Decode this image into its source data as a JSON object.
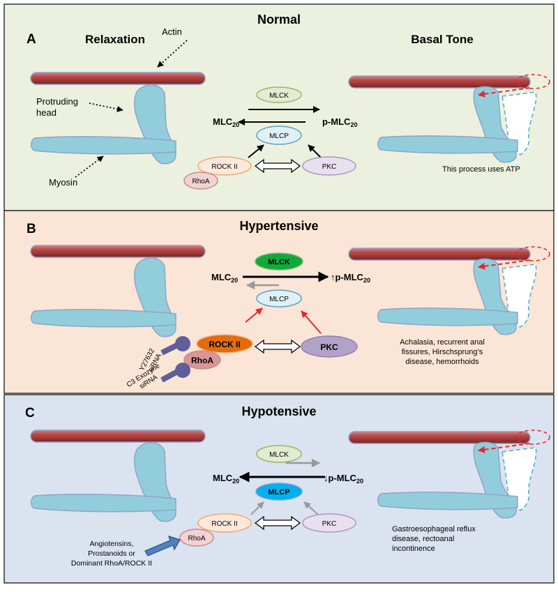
{
  "colors": {
    "normal_bg": "#ebf1de",
    "hypertensive_bg": "#fbe5d6",
    "hypotensive_bg": "#dae3ef",
    "actin": "#a63b3b",
    "myosin": "#92cddc",
    "red_arrow": "#e8262a",
    "inhibitor": "#5e5e9b",
    "blue_arrow": "#4f81bd"
  },
  "panels": [
    {
      "letter": "A",
      "title": "Normal",
      "left_label": "Relaxation",
      "right_label": "Basal Tone",
      "callouts": {
        "actin": "Actin",
        "head_line1": "Protruding",
        "head_line2": "head",
        "myosin": "Myosin"
      },
      "mlck": "MLCK",
      "mlcp": "MLCP",
      "rock": "ROCK II",
      "rhoa": "RhoA",
      "pkc": "PKC",
      "mlc_base": "MLC",
      "mlc_sub": "20",
      "pmlc_prefix": "",
      "pmlc_base": "p-MLC",
      "pmlc_sub": "20",
      "note_lines": [
        "This process uses ATP"
      ]
    },
    {
      "letter": "B",
      "title": "Hypertensive",
      "mlck": "MLCK",
      "mlcp": "MLCP",
      "rock": "ROCK II",
      "rhoa": "RhoA",
      "pkc": "PKC",
      "mlc_base": "MLC",
      "mlc_sub": "20",
      "pmlc_prefix": "↑",
      "pmlc_base": "p-MLC",
      "pmlc_sub": "20",
      "inhibitor1_lines": [
        "Y27632",
        "siRNA"
      ],
      "inhibitor2_lines": [
        "C3 Exozyne",
        "siRNA"
      ],
      "note_lines": [
        "Achalasia, recurrent anal",
        "fissures, Hirschsprung’s",
        "disease, hemorrhoids"
      ]
    },
    {
      "letter": "C",
      "title": "Hypotensive",
      "mlck": "MLCK",
      "mlcp": "MLCP",
      "rock": "ROCK II",
      "rhoa": "RhoA",
      "pkc": "PKC",
      "mlc_base": "MLC",
      "mlc_sub": "20",
      "pmlc_prefix": "↓",
      "pmlc_base": "p-MLC",
      "pmlc_sub": "20",
      "activator_lines": [
        "Angiotensins,",
        "Prostanoids or",
        "Dominant RhoA/ROCK II"
      ],
      "note_lines": [
        "Gastroesophageal reflux",
        "disease, rectoanal",
        "incontinence"
      ]
    }
  ]
}
